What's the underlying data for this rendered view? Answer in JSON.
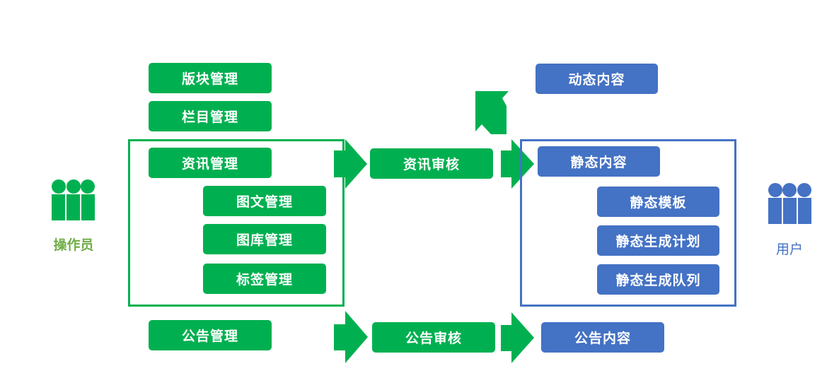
{
  "colors": {
    "green": "#00b050",
    "blue": "#4472c4",
    "operator_label": "#70ad47"
  },
  "operator": {
    "label": "操作员",
    "icon": "people-icon"
  },
  "user": {
    "label": "用户",
    "icon": "people-icon"
  },
  "operator_modules": {
    "block": "版块管理",
    "column": "栏目管理",
    "info": "资讯管理",
    "graphic": "图文管理",
    "gallery": "图库管理",
    "tag": "标签管理",
    "notice": "公告管理"
  },
  "review": {
    "info": "资讯审核",
    "notice": "公告审核"
  },
  "output": {
    "dynamic": "动态内容",
    "static": "静态内容",
    "static_template": "静态模板",
    "static_plan": "静态生成计划",
    "static_queue": "静态生成队列",
    "notice": "公告内容"
  }
}
